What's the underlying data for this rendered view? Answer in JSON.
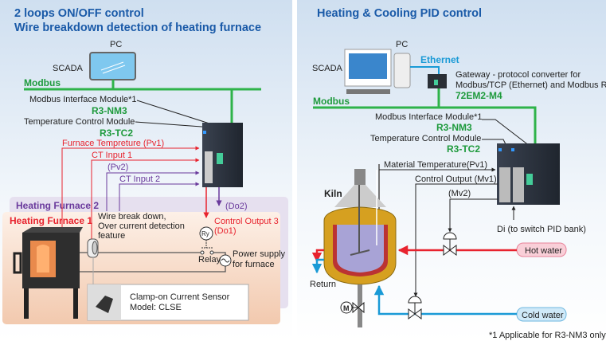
{
  "left": {
    "title_line1": "2 loops ON/OFF control",
    "title_line2": "Wire breakdown detection of heating furnace",
    "pc_label": "PC",
    "scada_label": "SCADA",
    "modbus_label": "Modbus",
    "nm3_desc": "Modbus Interface Module*1",
    "nm3_model": "R3-NM3",
    "tc2_desc": "Temperature Control Module",
    "tc2_model": "R3-TC2",
    "furnace_temp": "Furnace Tempreture (Pv1)",
    "ct_input1": "CT Input 1",
    "pv2": "(Pv2)",
    "ct_input2": "CT Input 2",
    "furnace2": "Heating Furnace 2",
    "furnace1": "Heating Furnace 1",
    "do2": "(Do2)",
    "control_output3": "Control Output 3",
    "do1": "(Do1)",
    "wire_line1": "Wire break down,",
    "wire_line2": "Over current detection",
    "wire_line3": "feature",
    "ry": "Ry",
    "relay": "Relay",
    "power_line1": "Power supply",
    "power_line2": "for furnace",
    "sensor_line1": "Clamp-on Current Sensor",
    "sensor_line2": "Model: CLSE"
  },
  "right": {
    "title": "Heating & Cooling PID control",
    "pc_label": "PC",
    "scada_label": "SCADA",
    "ethernet_label": "Ethernet",
    "gateway_line1": "Gateway - protocol converter for",
    "gateway_line2": "Modbus/TCP (Ethernet) and Modbus RTU",
    "gateway_model": "72EM2-M4",
    "modbus_label": "Modbus",
    "nm3_desc": "Modbus Interface Module*1",
    "nm3_model": "R3-NM3",
    "tc2_desc": "Temperature Control Module",
    "tc2_model": "R3-TC2",
    "material_temp": "Material Temperature(Pv1)",
    "control_output": "Control Output (Mv1)",
    "mv2": "(Mv2)",
    "di": "Di (to switch PID bank)",
    "kiln": "Kiln",
    "hot_water": "Hot water",
    "cold_water": "Cold water",
    "return": "Return",
    "motor": "M",
    "footnote": "*1 Applicable for R3-NM3 only"
  },
  "colors": {
    "title": "#1a5aa8",
    "modbus": "#1e9a3c",
    "ethernet": "#1a9ad6",
    "red_signal": "#e8232e",
    "purple_signal": "#6a3a9c",
    "hot_water": "#e8232e",
    "cold_water": "#1a9ad6"
  }
}
